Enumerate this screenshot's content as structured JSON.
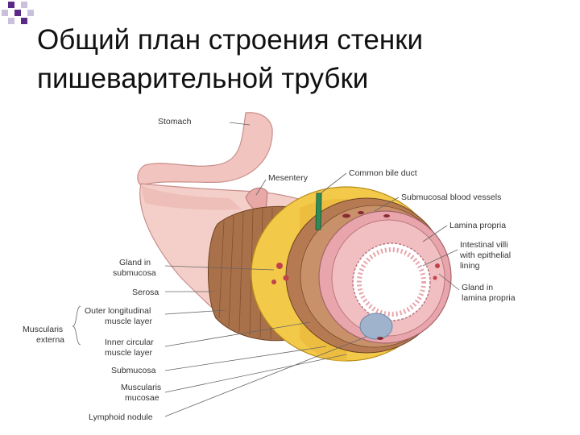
{
  "slide": {
    "title": "Общий план строения стенки пишеварительной трубки"
  },
  "diagram": {
    "labels": {
      "stomach": "Stomach",
      "mesentery": "Mesentery",
      "common_bile_duct": "Common bile duct",
      "submucosal_blood_vessels": "Submucosal blood vessels",
      "lamina_propria": "Lamina propria",
      "intestinal_villi_1": "Intestinal villi",
      "intestinal_villi_2": "with epithelial",
      "intestinal_villi_3": "lining",
      "gland_lamina_1": "Gland in",
      "gland_lamina_2": "lamina propria",
      "gland_submucosa_1": "Gland in",
      "gland_submucosa_2": "submucosa",
      "serosa": "Serosa",
      "outer_longitudinal_1": "Outer longitudinal",
      "outer_longitudinal_2": "muscle layer",
      "muscularis_externa_1": "Muscularis",
      "muscularis_externa_2": "externa",
      "inner_circular_1": "Inner circular",
      "inner_circular_2": "muscle layer",
      "submucosa": "Submucosa",
      "muscularis_mucosae_1": "Muscularis",
      "muscularis_mucosae_2": "mucosae",
      "lymphoid_nodule": "Lymphoid nodule"
    }
  },
  "colors": {
    "corner_purple": "#5b2a86",
    "corner_lavender": "#c9c0dc",
    "tissue_pink": "#f2c4c0",
    "mucosa_pink": "#e8a5ab",
    "muscle_brown": "#a9714a",
    "submucosa_yellow": "#f3c94a",
    "bile_duct_green": "#2e8b57",
    "lymphoid_blue": "#9fb3cc"
  }
}
